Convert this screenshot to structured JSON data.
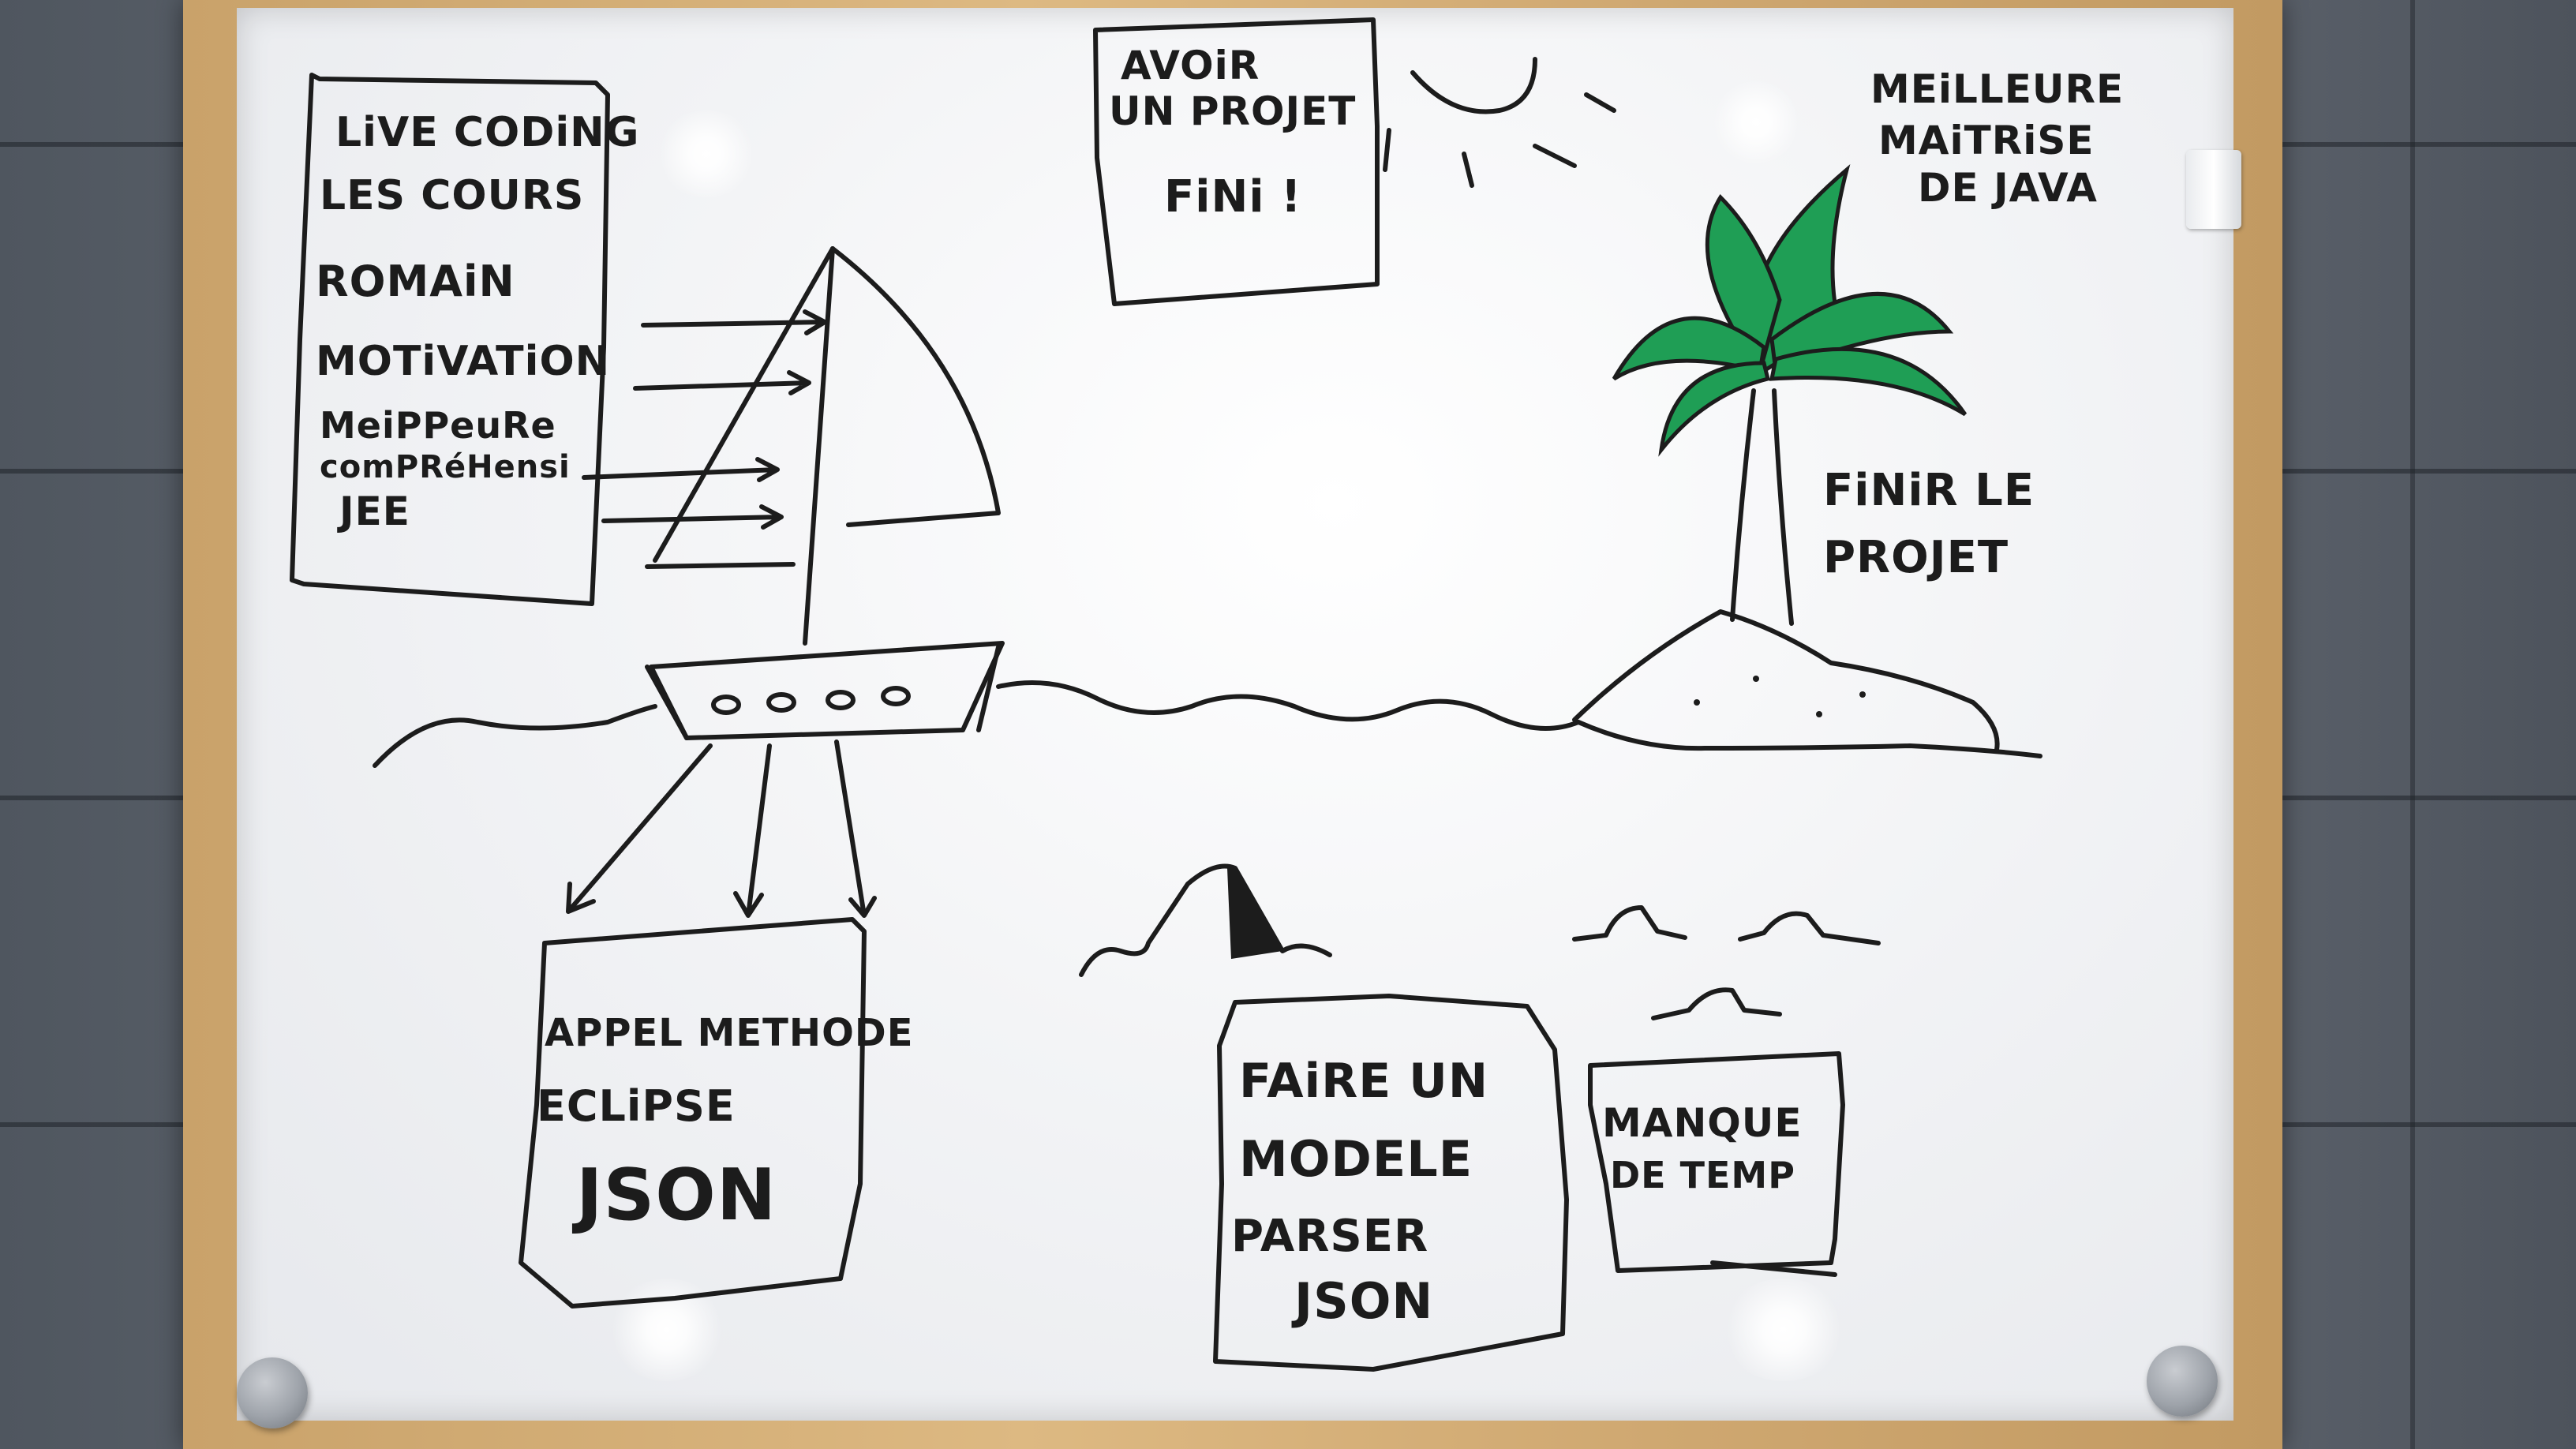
{
  "colors": {
    "ink": "#1c1c1c",
    "palm_green": "#1f9e55",
    "frame_wood": "#d8b37c",
    "board_white": "#f4f5f7",
    "wall_tile": "#646a73"
  },
  "notes": {
    "left_box": [
      "LiVE CODiNG",
      "LES COURS",
      "ROMAiN",
      "MOTiVATiON",
      "MeiPPeuRe",
      "comPRéHensi",
      "JEE"
    ],
    "top_box": [
      "AVOiR",
      "UN PROJET",
      "FiNi !"
    ],
    "top_right": [
      "MEiLLEURE",
      "MAiTRiSE",
      "DE JAVA"
    ],
    "island_label": [
      "FiNiR LE",
      "PROJET"
    ],
    "bottom_left_box": [
      "APPEL METHODE",
      "ECLiPSE",
      "JSON"
    ],
    "bottom_middle_box": [
      "FAiRE UN",
      "MODELE",
      "PARSER",
      "JSON"
    ],
    "bottom_right_box": [
      "MANQUE",
      "DE TEMP"
    ]
  },
  "icons": [
    "sailboat",
    "wind-arrows",
    "anchor-arrows",
    "sun",
    "palm-tree",
    "island",
    "rock",
    "shark-fins",
    "waves",
    "magnet",
    "clip"
  ]
}
